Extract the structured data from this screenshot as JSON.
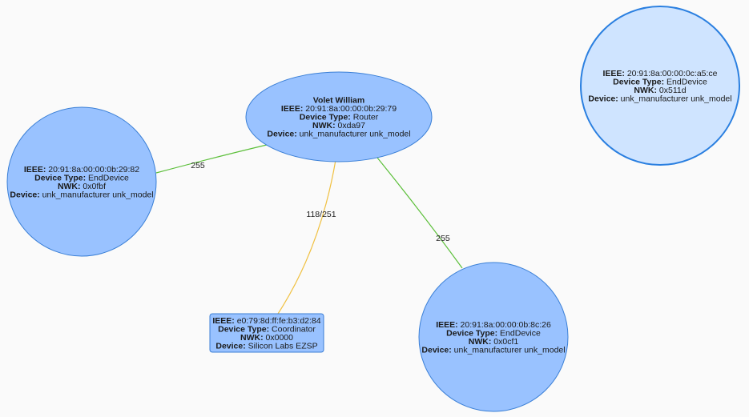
{
  "colors": {
    "background": "#fafafa",
    "node_fill": "#99c2ff",
    "node_stroke": "#3a7fd6",
    "offline_fill": "#cfe4ff",
    "offline_stroke": "#2a7fe0",
    "link_good": "#5cbf3a",
    "link_weak": "#f0c040"
  },
  "field_labels": {
    "ieee": "IEEE:",
    "type": "Device Type:",
    "nwk": "NWK:",
    "device": "Device:"
  },
  "nodes": [
    {
      "id": "router",
      "name": "Volet William",
      "ieee": "20:91:8a:00:00:0b:29:79",
      "type": "Router",
      "nwk": "0xda97",
      "device": "unk_manufacturer unk_model",
      "style": "normal"
    },
    {
      "id": "end1",
      "name": "",
      "ieee": "20:91:8a:00:00:0b:29:82",
      "type": "EndDevice",
      "nwk": "0x0fbf",
      "device": "unk_manufacturer unk_model",
      "style": "normal"
    },
    {
      "id": "coord",
      "name": "",
      "ieee": "e0:79:8d:ff:fe:b3:d2:84",
      "type": "Coordinator",
      "nwk": "0x0000",
      "device": "Silicon Labs EZSP",
      "style": "normal"
    },
    {
      "id": "end2",
      "name": "",
      "ieee": "20:91:8a:00:00:0b:8c:26",
      "type": "EndDevice",
      "nwk": "0x0cf1",
      "device": "unk_manufacturer unk_model",
      "style": "normal"
    },
    {
      "id": "offline",
      "name": "",
      "ieee": "20:91:8a:00:00:0c:a5:ce",
      "type": "EndDevice",
      "nwk": "0x511d",
      "device": "unk_manufacturer unk_model",
      "style": "offline"
    }
  ],
  "edges": [
    {
      "from": "router",
      "to": "end1",
      "label": "255",
      "quality": "good"
    },
    {
      "from": "router",
      "to": "coord",
      "label": "118/251",
      "quality": "weak"
    },
    {
      "from": "router",
      "to": "end2",
      "label": "255",
      "quality": "good"
    }
  ]
}
